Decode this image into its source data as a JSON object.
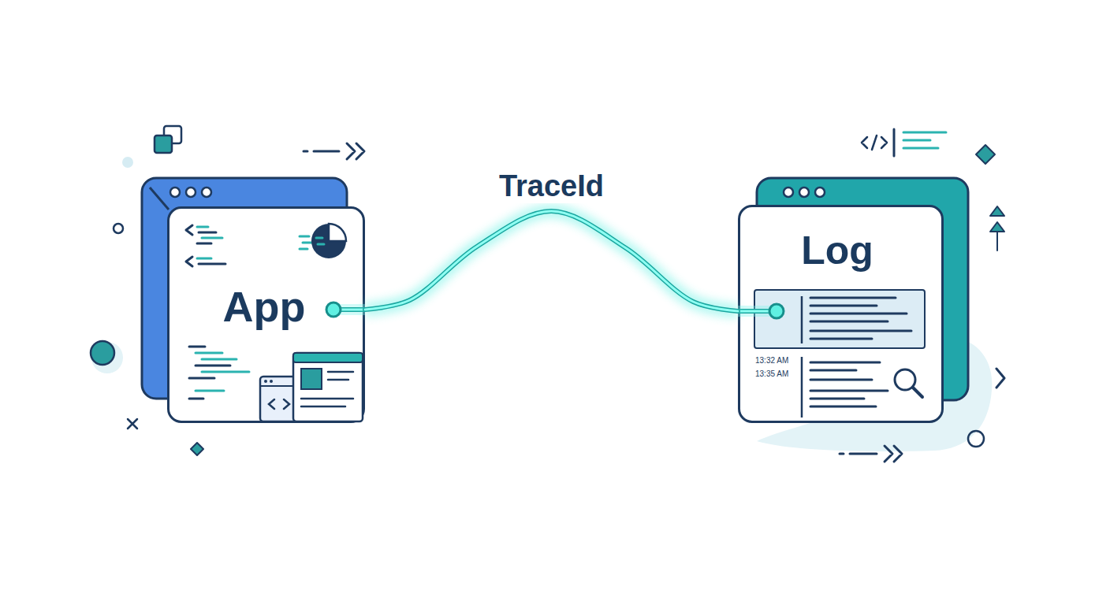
{
  "diagram": {
    "nodes": [
      {
        "text": [
          "App"
        ]
      },
      {
        "text": [
          "Log"
        ]
      }
    ],
    "edges": [
      {
        "from": 0,
        "to": 1,
        "arrow": "none",
        "label": "TraceId"
      }
    ],
    "labels": [
      "13:32 AM",
      "13:35 AM"
    ]
  }
}
